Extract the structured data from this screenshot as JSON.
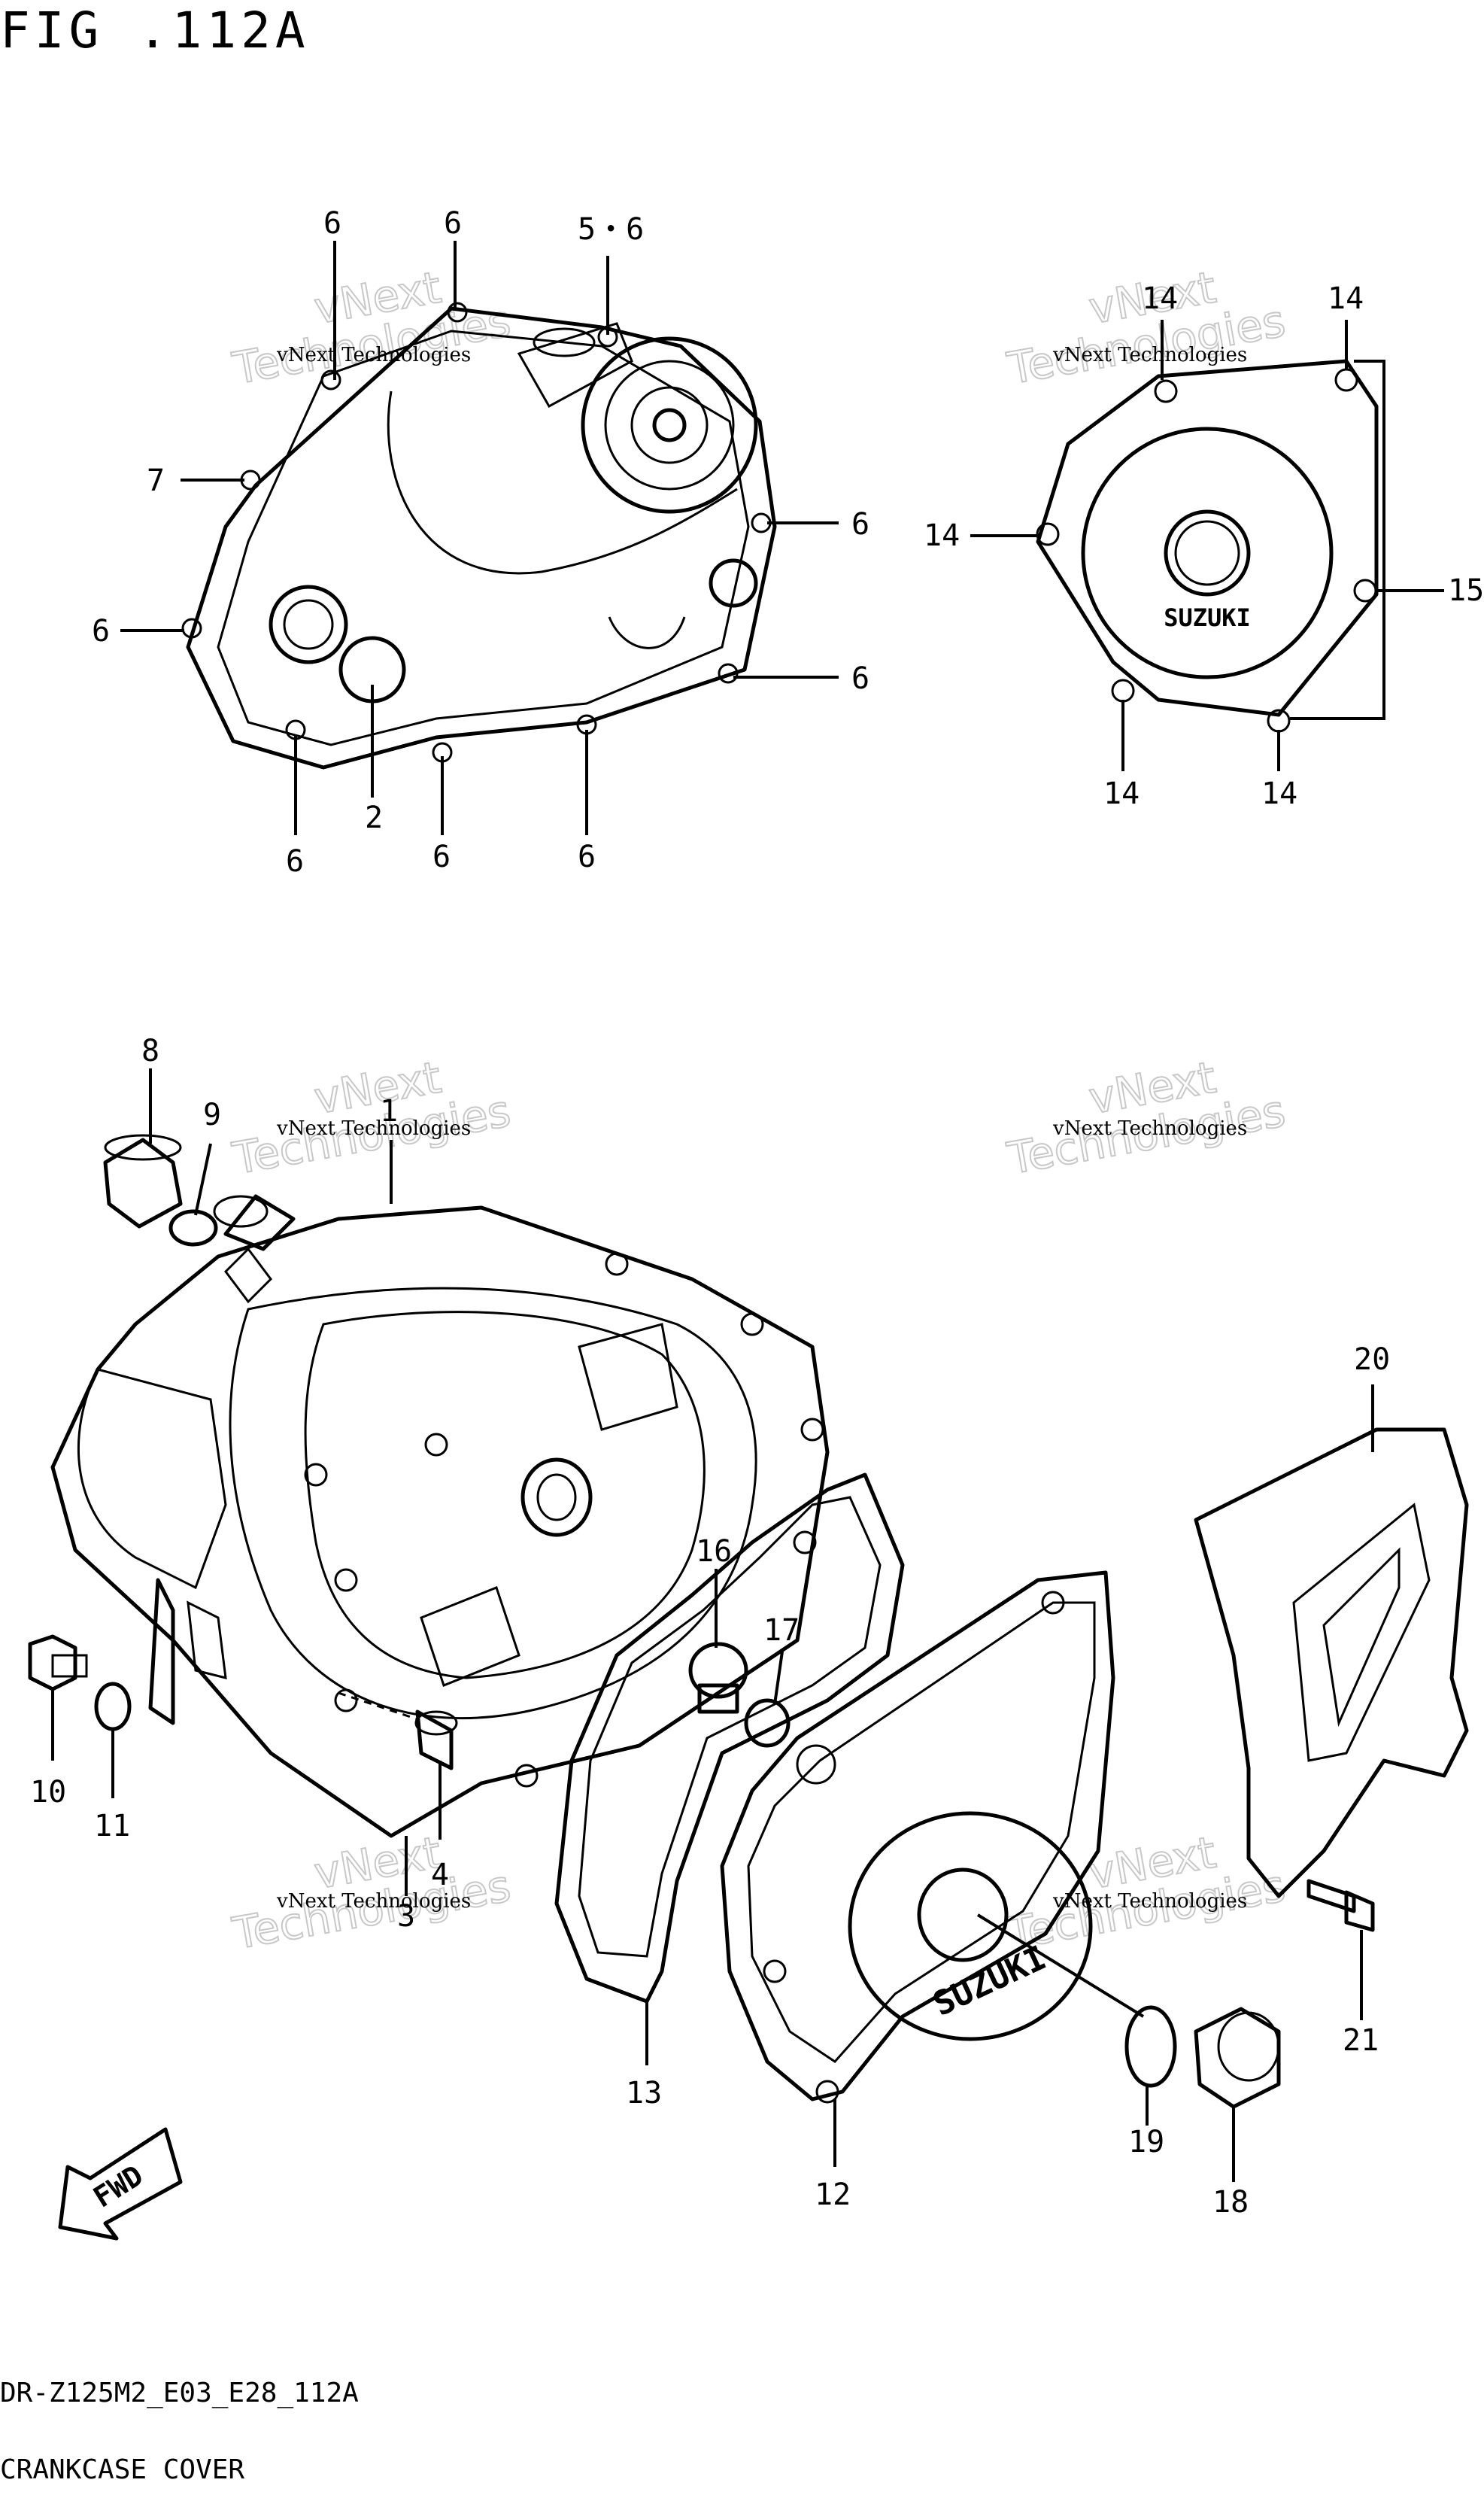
{
  "figure": {
    "title": "FIG .112A",
    "model_code": "DR-Z125M2_E03_E28_112A",
    "caption": "CRANKCASE COVER"
  },
  "watermark": {
    "small": "vNext Technologies",
    "big_line1": "vNext",
    "big_line2": "Technologies"
  },
  "cover_logo": "SUZUKI",
  "fwd_label": "FWD",
  "callouts": [
    {
      "id": "c6a",
      "text": "6"
    },
    {
      "id": "c6b",
      "text": "6"
    },
    {
      "id": "c56",
      "text": "5・6"
    },
    {
      "id": "c7",
      "text": "7"
    },
    {
      "id": "c6c",
      "text": "6"
    },
    {
      "id": "c6d",
      "text": "6"
    },
    {
      "id": "c6e",
      "text": "6"
    },
    {
      "id": "c2",
      "text": "2"
    },
    {
      "id": "c6f",
      "text": "6"
    },
    {
      "id": "c6g",
      "text": "6"
    },
    {
      "id": "c6h",
      "text": "6"
    },
    {
      "id": "c14a",
      "text": "14"
    },
    {
      "id": "c14b",
      "text": "14"
    },
    {
      "id": "c14c",
      "text": "14"
    },
    {
      "id": "c15",
      "text": "15"
    },
    {
      "id": "c14d",
      "text": "14"
    },
    {
      "id": "c14e",
      "text": "14"
    },
    {
      "id": "c8",
      "text": "8"
    },
    {
      "id": "c9",
      "text": "9"
    },
    {
      "id": "c1",
      "text": "1"
    },
    {
      "id": "c20",
      "text": "20"
    },
    {
      "id": "c16",
      "text": "16"
    },
    {
      "id": "c17",
      "text": "17"
    },
    {
      "id": "c10",
      "text": "10"
    },
    {
      "id": "c11",
      "text": "11"
    },
    {
      "id": "c4",
      "text": "4"
    },
    {
      "id": "c3",
      "text": "3"
    },
    {
      "id": "c13",
      "text": "13"
    },
    {
      "id": "c19",
      "text": "19"
    },
    {
      "id": "c12",
      "text": "12"
    },
    {
      "id": "c18",
      "text": "18"
    },
    {
      "id": "c21",
      "text": "21"
    }
  ]
}
